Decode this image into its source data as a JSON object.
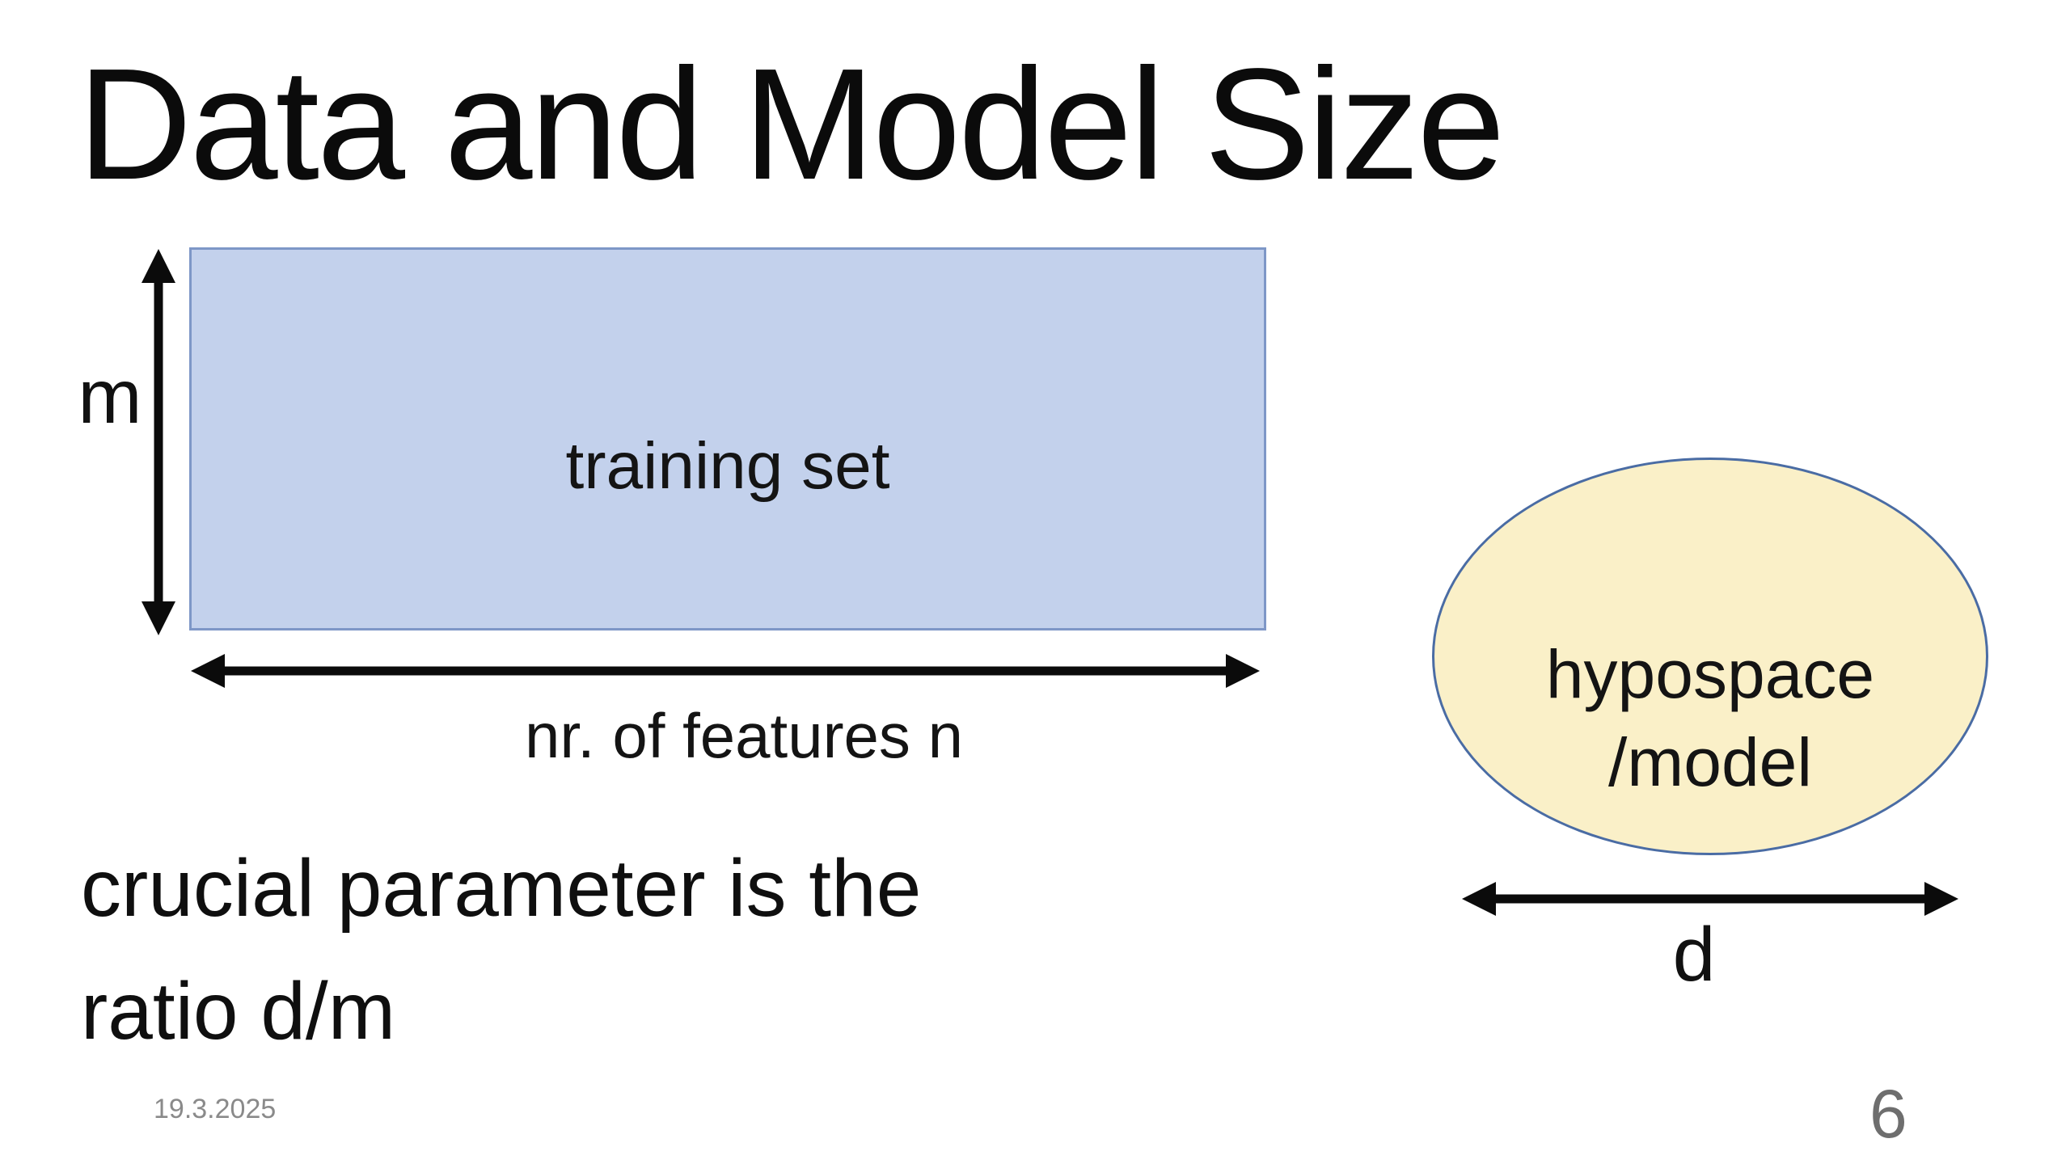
{
  "slide": {
    "title": "Data and Model Size",
    "training_set": {
      "label": "training set",
      "height_label": "m",
      "width_label": "nr. of features n"
    },
    "hypothesis_space": {
      "label_line1": "hypospace",
      "label_line2": "/model",
      "width_label": "d"
    },
    "note": {
      "line1": "crucial parameter is the",
      "line2": "ratio d/m"
    },
    "footer": {
      "date": "19.3.2025",
      "page_number": "6"
    },
    "colors": {
      "rect_fill": "#c3d1ec",
      "rect_border": "#7e97c7",
      "ellipse_fill": "#faf0c8",
      "ellipse_border": "#4a6ca4",
      "arrow": "#0b0b0b",
      "footer_gray": "#8a8a8a",
      "page_gray": "#6e6e6e"
    }
  }
}
